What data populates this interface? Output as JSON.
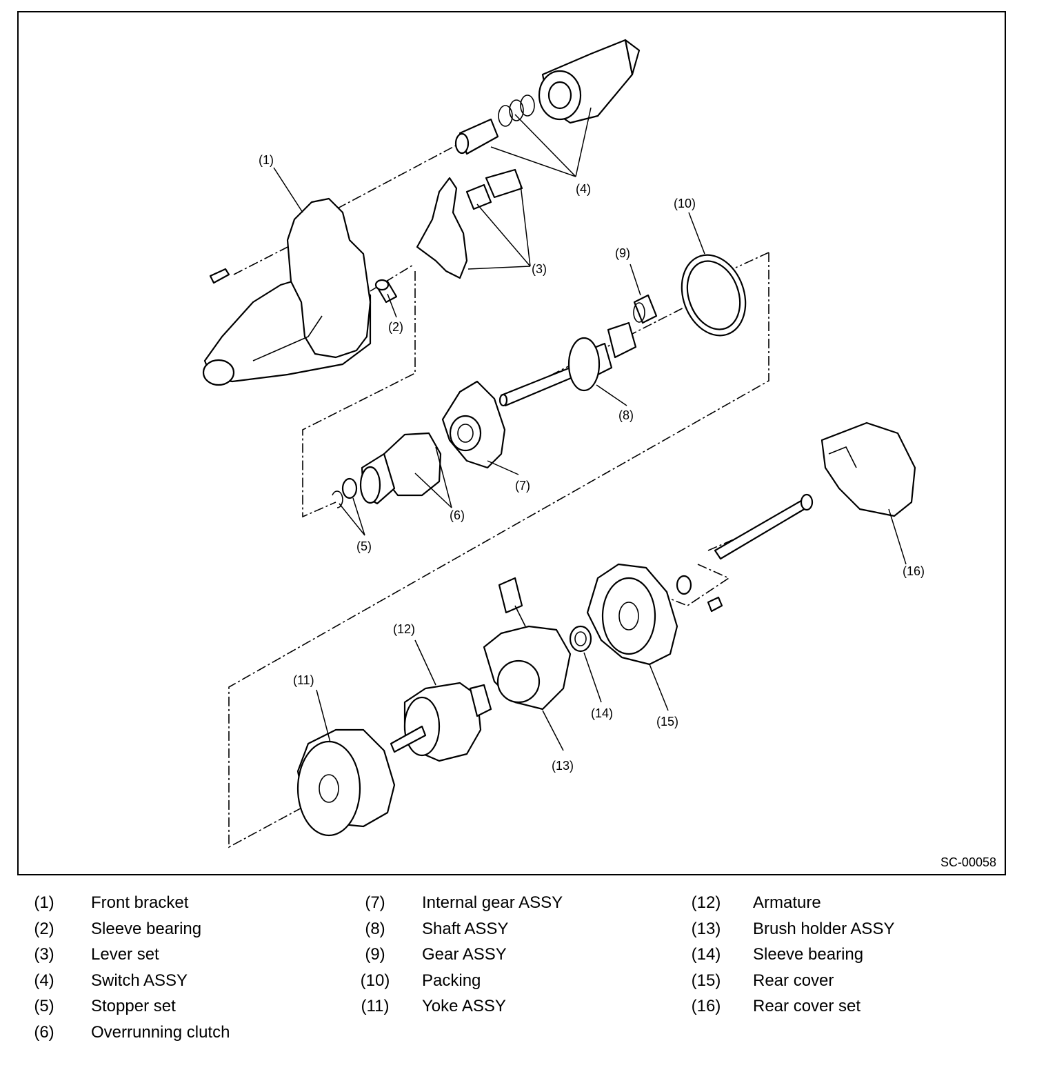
{
  "figure_code": "SC-00058",
  "callouts": [
    "(1)",
    "(2)",
    "(3)",
    "(4)",
    "(5)",
    "(6)",
    "(7)",
    "(8)",
    "(9)",
    "(10)",
    "(11)",
    "(12)",
    "(13)",
    "(14)",
    "(15)",
    "(16)"
  ],
  "legend": {
    "col1": [
      {
        "num": "(1)",
        "label": "Front bracket"
      },
      {
        "num": "(2)",
        "label": "Sleeve bearing"
      },
      {
        "num": "(3)",
        "label": "Lever set"
      },
      {
        "num": "(4)",
        "label": "Switch ASSY"
      },
      {
        "num": "(5)",
        "label": "Stopper set"
      },
      {
        "num": "(6)",
        "label": "Overrunning clutch"
      }
    ],
    "col2": [
      {
        "num": "(7)",
        "label": "Internal gear ASSY"
      },
      {
        "num": "(8)",
        "label": "Shaft ASSY"
      },
      {
        "num": "(9)",
        "label": "Gear ASSY"
      },
      {
        "num": "(10)",
        "label": "Packing"
      },
      {
        "num": "(11)",
        "label": "Yoke ASSY"
      }
    ],
    "col3": [
      {
        "num": "(12)",
        "label": "Armature"
      },
      {
        "num": "(13)",
        "label": "Brush holder ASSY"
      },
      {
        "num": "(14)",
        "label": "Sleeve bearing"
      },
      {
        "num": "(15)",
        "label": "Rear cover"
      },
      {
        "num": "(16)",
        "label": "Rear cover set"
      }
    ]
  }
}
